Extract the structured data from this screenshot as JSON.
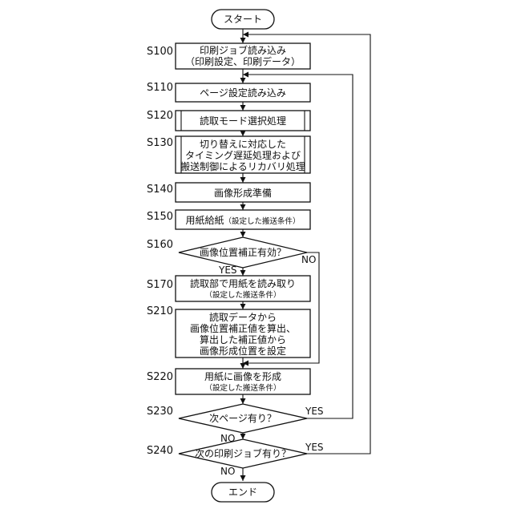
{
  "flowchart": {
    "terminals": {
      "start": "スタート",
      "end": "エンド"
    },
    "steps": [
      {
        "id": "S100",
        "lines": [
          "印刷ジョブ読み込み",
          "（印刷設定、印刷データ）"
        ]
      },
      {
        "id": "S110",
        "lines": [
          "ページ設定読み込み"
        ]
      },
      {
        "id": "S120",
        "lines": [
          "読取モード選択処理"
        ]
      },
      {
        "id": "S130",
        "lines": [
          "切り替えに対応した",
          "タイミング遅延処理および",
          "搬送制御によるリカバリ処理"
        ]
      },
      {
        "id": "S140",
        "lines": [
          "画像形成準備"
        ]
      },
      {
        "id": "S150",
        "lines": [
          "用紙給紙"
        ],
        "note": "（設定した搬送条件）"
      },
      {
        "id": "S170",
        "lines": [
          "読取部で用紙を読み取り"
        ],
        "note": "（設定した搬送条件）"
      },
      {
        "id": "S210",
        "lines": [
          "読取データから",
          "画像位置補正値を算出、",
          "算出した補正値から",
          "画像形成位置を設定"
        ]
      },
      {
        "id": "S220",
        "lines": [
          "用紙に画像を形成"
        ],
        "note": "（設定した搬送条件）"
      }
    ],
    "decisions": [
      {
        "id": "S160",
        "question": "画像位置補正有効？",
        "yes": "YES",
        "no": "NO"
      },
      {
        "id": "S230",
        "question": "次ページ有り？",
        "yes": "YES",
        "no": "NO"
      },
      {
        "id": "S240",
        "question": "次の印刷ジョブ有り？",
        "yes": "YES",
        "no": "NO"
      }
    ]
  }
}
